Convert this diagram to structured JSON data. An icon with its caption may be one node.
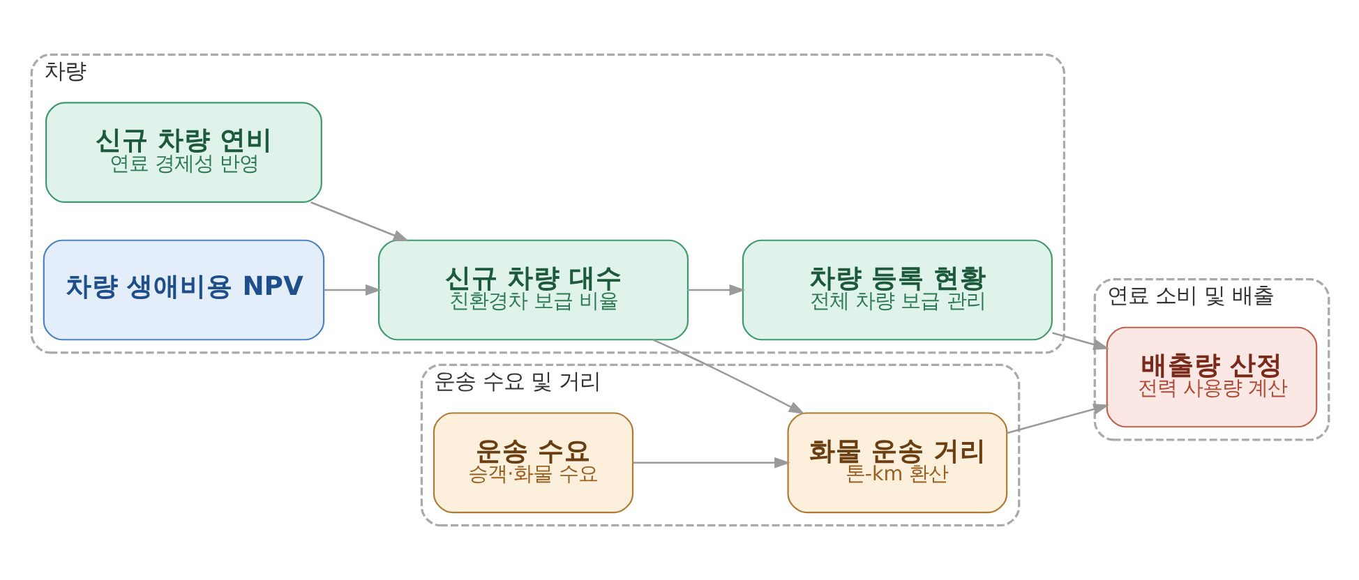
{
  "diagram": {
    "nodes": [
      {
        "text": [
          "차량"
        ]
      },
      {
        "text": [
          "신규 차량 연비",
          "연료 경제성 반영"
        ],
        "in": 0
      },
      {
        "text": [
          "차량 생애비용 NPV"
        ],
        "in": 0
      },
      {
        "text": [
          "신규 차량 대수",
          "친환경차 보급 비율"
        ],
        "in": 0
      },
      {
        "text": [
          "차량 등록 현황",
          "전체 차량 보급 관리"
        ],
        "in": 0
      },
      {
        "text": [
          "운송 수요 및 거리"
        ]
      },
      {
        "text": [
          "운송 수요",
          "승객·화물 수요"
        ],
        "in": 5
      },
      {
        "text": [
          "화물 운송 거리",
          "톤-km 환산"
        ],
        "in": 5
      },
      {
        "text": [
          "연료 소비 및 배출"
        ]
      },
      {
        "text": [
          "배출량 산정",
          "전력 사용량 계산"
        ],
        "in": 8
      }
    ],
    "edges": [
      {
        "from": 1,
        "to": 3,
        "arrow": "to"
      },
      {
        "from": 2,
        "to": 3,
        "arrow": "to"
      },
      {
        "from": 3,
        "to": 4,
        "arrow": "to"
      },
      {
        "from": 3,
        "to": 7,
        "arrow": "to"
      },
      {
        "from": 4,
        "to": 9,
        "arrow": "to"
      },
      {
        "from": 6,
        "to": 7,
        "arrow": "to"
      },
      {
        "from": 7,
        "to": 9,
        "arrow": "to"
      }
    ]
  }
}
